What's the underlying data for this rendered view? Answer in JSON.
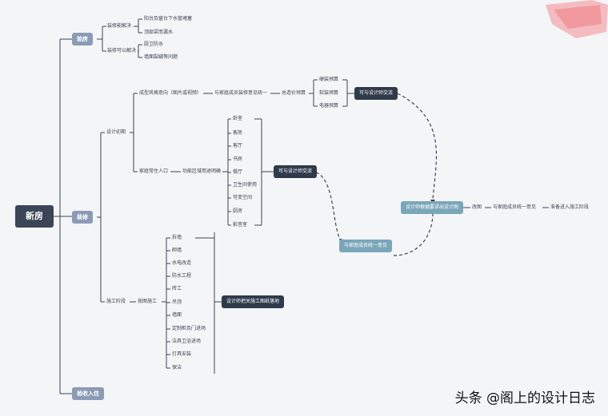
{
  "root": "新房",
  "branches": {
    "yanfang": "验房",
    "zhuangxiu": "装修",
    "yanshou": "验收入住"
  },
  "yanfang": {
    "fix": "装修能解决",
    "fix_items": [
      "阳台及窗台下水管堵塞",
      "顶部梁而漏水"
    ],
    "canfix": "装修可以解决",
    "canfix_items": [
      "厨卫防水",
      "墙面裂缝等问题"
    ]
  },
  "design": {
    "stage": "设计初期",
    "style": "成型风格意向（图片或视频）",
    "agree": "与家庭成员装修意见统一",
    "budget": "总造价预算",
    "budget_items": [
      "硬装预算",
      "软装预算",
      "电器预算"
    ],
    "talk1": "可与设计师交流",
    "people": "家庭常住人口",
    "func": "功能区域用途明确",
    "rooms": [
      "卧室",
      "客房",
      "客厅",
      "书房",
      "餐厅",
      "卫生间使用",
      "可变空间",
      "厨房",
      "影音室"
    ],
    "talk2": "可与设计师交流",
    "final": "设计师根据要求出设计图",
    "modify": "改图",
    "consensus": "与家庭成员统一意见",
    "enter": "准备进入施工阶段",
    "family": "与家庭成员统一意见"
  },
  "construct": {
    "stage": "施工阶段",
    "drawing": "按图施工",
    "items": [
      "拆墙",
      "砌墙",
      "水电改造",
      "防水工程",
      "砖工",
      "吊顶",
      "墙面",
      "定制柜及门进场",
      "洁具卫浴进场",
      "灯具安装",
      "保洁"
    ],
    "designer": "设计师把关施工图纸落地"
  },
  "watermark": "头条 @阁上的设计日志"
}
